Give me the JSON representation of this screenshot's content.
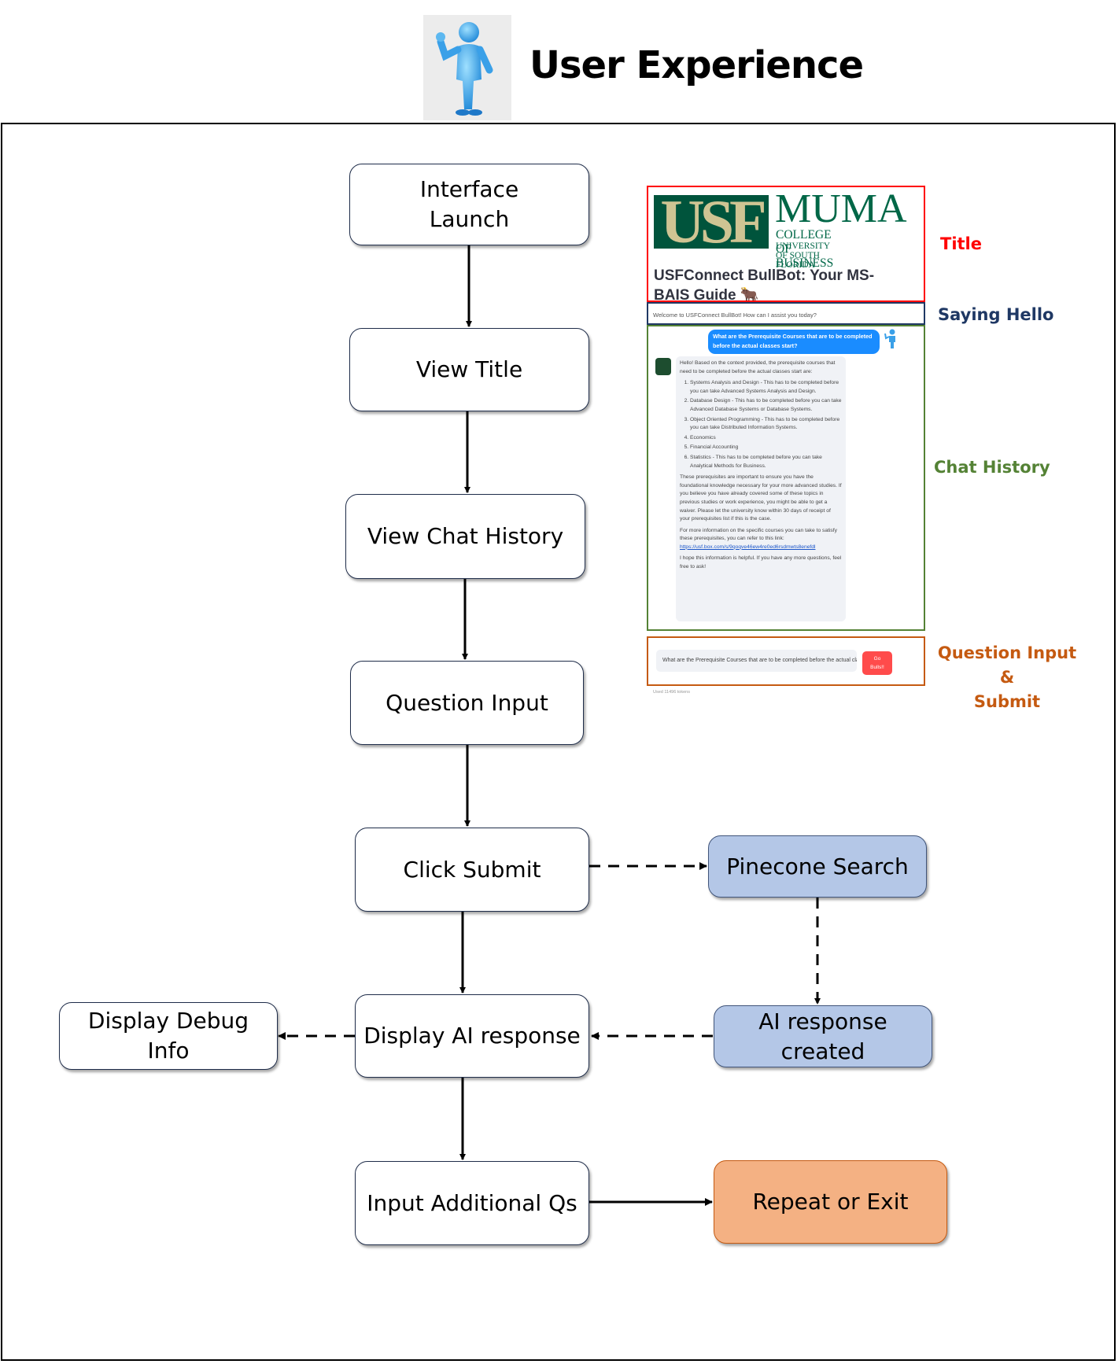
{
  "header": {
    "title": "User Experience",
    "icon": "person-thumbs-up-icon"
  },
  "flow": {
    "interface_launch": "Interface\nLaunch",
    "view_title": "View Title",
    "view_chat_history": "View Chat History",
    "question_input": "Question Input",
    "click_submit": "Click Submit",
    "display_ai_response": "Display AI response",
    "input_additional_qs": "Input Additional Qs",
    "display_debug_info": "Display Debug Info",
    "pinecone_search": "Pinecone Search",
    "ai_response_created": "AI response created",
    "repeat_or_exit": "Repeat or Exit"
  },
  "colors": {
    "box_border": "#1f2d4a",
    "blue_fill": "#b4c7e7",
    "orange_fill": "#f4b183",
    "title_region": "#ff0000",
    "hello_region": "#1f3864",
    "chat_region": "#548235",
    "input_region": "#c55a11"
  },
  "app": {
    "logo": {
      "usf": "USF",
      "muma": "MUMA",
      "college": "COLLEGE OF BUSINESS",
      "university": "UNIVERSITY OF SOUTH FLORIDA"
    },
    "title": "USFConnect BullBot: Your MS-BAIS Guide 🐂",
    "hello": "Welcome to USFConnect BullBot! How can I assist you today?",
    "user_question": "What are the Prerequisite Courses that are to be completed before the actual classes start?",
    "bot_intro": "Hello! Based on the context provided, the prerequisite courses that need to be completed before the actual classes start are:",
    "bot_items": [
      "Systems Analysis and Design - This has to be completed before you can take Advanced Systems Analysis and Design.",
      "Database Design - This has to be completed before you can take Advanced Database Systems or Database Systems.",
      "Object Oriented Programming - This has to be completed before you can take Distributed Information Systems.",
      "Economics",
      "Financial Accounting",
      "Statistics - This has to be completed before you can take Analytical Methods for Business."
    ],
    "bot_para1": "These prerequisites are important to ensure you have the foundational knowledge necessary for your more advanced studies. If you believe you have already covered some of these topics in previous studies or work experience, you might be able to get a waiver. Please let the university know within 30 days of receipt of your prerequisites list if this is the case.",
    "bot_para2": "For more information on the specific courses you can take to satisfy these prerequisites, you can refer to this link:",
    "bot_link": "https://usf.box.com/s/9qoqve46ew4re0ed6rsdmwts8enefdl",
    "bot_outro": "I hope this information is helpful. If you have any more questions, feel free to ask!",
    "input_value": "What are the Prerequisite Courses that are to be completed before the actual classe",
    "go_button": "Go\nBulls!!",
    "tokens": "Used 11496 tokens"
  },
  "region_labels": {
    "title": "Title",
    "hello": "Saying Hello",
    "chat": "Chat History",
    "input": "Question Input &\nSubmit"
  }
}
